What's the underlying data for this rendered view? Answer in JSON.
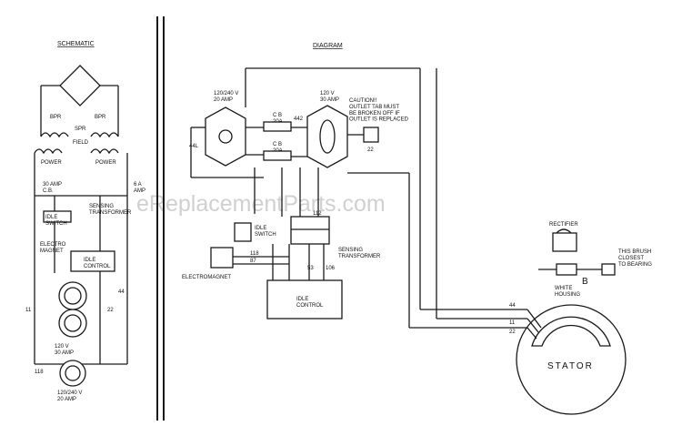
{
  "titles": {
    "schematic": "SCHEMATIC",
    "diagram": "DIAGRAM"
  },
  "watermark": "eReplacementParts.com",
  "schematic_labels": {
    "bpr_left": "BPR",
    "bpr_right": "BPR",
    "spr": "SPR",
    "field": "FIELD",
    "power_left": "POWER",
    "power_right": "POWER",
    "cb_30": "30 AMP\nC.B.",
    "cb_6a": "6 A\nAMP",
    "idle_switch": "IDLE\nSWITCH",
    "sensing_transformer": "SENSING\nTRANSFORMER",
    "electro_magnet": "ELECTRO\nMAGNET",
    "idle_control": "IDLE\nCONTROL",
    "outlet_120": "120 V\n30 AMP",
    "outlet_240": "120/240 V\n20 AMP",
    "wire_11": "11",
    "wire_22": "22",
    "wire_44": "44",
    "wire_118": "118"
  },
  "diagram_labels": {
    "outlet_left": "120/240 V\n20 AMP",
    "outlet_right": "120 V\n30 AMP",
    "cb_20a_top": "C B\n20A",
    "cb_20a_mid": "C B\n20A",
    "caution": "CAUTION!!\nOUTLET TAB MUST\nBE BROKEN OFF IF\nOUTLET IS REPLACED",
    "idle_switch": "IDLE\nSWITCH",
    "sensing_transformer": "SENSING\nTRANSFORMER",
    "electromagnet": "ELECTROMAGNET",
    "idle_control": "IDLE\nCONTROL",
    "rectifier": "RECTIFIER",
    "brush_note": "THIS BRUSH\nCLOSEST\nTO BEARING",
    "white_housing": "WHITE\nHOUSING",
    "stator": "STATOR",
    "letter_b": "B",
    "wire_44": "44",
    "wire_11": "11",
    "wire_22": "22",
    "wire_44l": "44L",
    "wire_442": "442",
    "wire_22b": "22",
    "wire_112": "112",
    "wire_53": "53",
    "wire_106": "106",
    "wire_87": "87",
    "wire_118": "118"
  }
}
